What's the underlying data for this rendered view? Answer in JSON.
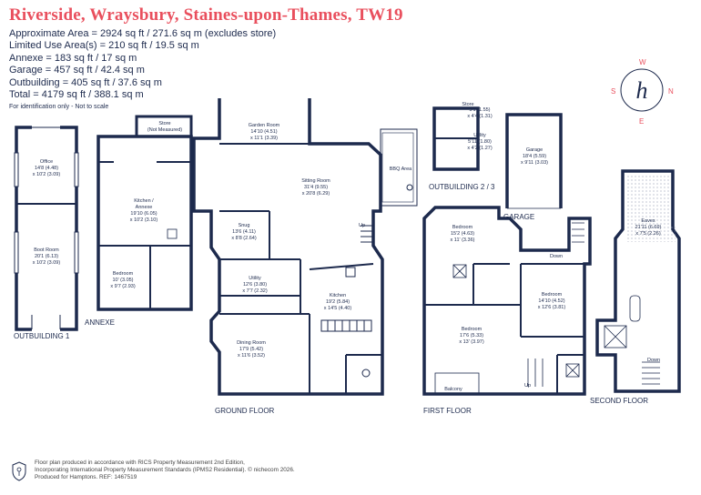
{
  "header": {
    "title": "Riverside, Wraysbury, Staines-upon-Thames, TW19",
    "areas": [
      "Approximate Area = 2924 sq ft / 271.6 sq m (excludes store)",
      "Limited Use Area(s) = 210 sq ft / 19.5 sq m",
      "Annexe = 183 sq ft / 17 sq m",
      "Garage = 457 sq ft / 42.4 sq m",
      "Outbuilding = 405 sq ft / 37.6 sq m",
      "Total = 4179 sq ft / 388.1 sq m"
    ],
    "note": "For identification only - Not to scale"
  },
  "compass": {
    "n": "N",
    "e": "E",
    "s": "S",
    "w": "W",
    "logo": "h"
  },
  "sections": {
    "outbuilding1": "OUTBUILDING 1",
    "annexe": "ANNEXE",
    "ground": "GROUND FLOOR",
    "outbuilding23": "OUTBUILDING 2 / 3",
    "garage": "GARAGE",
    "first": "FIRST FLOOR",
    "second": "SECOND FLOOR"
  },
  "rooms": {
    "office": [
      "Office",
      "14'8 (4.48)",
      "x 10'2 (3.09)"
    ],
    "bootroom": [
      "Boot Room",
      "20'1 (6.13)",
      "x 10'2 (3.09)"
    ],
    "store_annexe": [
      "Store",
      "(Not Measured)"
    ],
    "kitchen_annexe": [
      "Kitchen /",
      "Annexe",
      "19'10 (6.05)",
      "x 10'2 (3.10)"
    ],
    "bedroom_annexe": [
      "Bedroom",
      "10' (3.05)",
      "x 9'7 (2.93)"
    ],
    "garden": [
      "Garden Room",
      "14'10 (4.51)",
      "x 11'1 (3.39)"
    ],
    "sitting": [
      "Sitting Room",
      "31'4 (9.55)",
      "x 20'8 (6.29)"
    ],
    "bbq": [
      "BBQ Area"
    ],
    "snug": [
      "Snug",
      "13'6 (4.11)",
      "x 8'8 (2.64)"
    ],
    "utility_g": [
      "Utility",
      "12'6 (3.80)",
      "x 7'7 (2.32)"
    ],
    "kitchen_g": [
      "Kitchen",
      "19'2 (5.84)",
      "x 14'5 (4.40)"
    ],
    "dining": [
      "Dining Room",
      "17'9 (5.42)",
      "x 11'6 (3.52)"
    ],
    "store_ob": [
      "Store",
      "5'1 (1.55)",
      "x 4'4 (1.31)"
    ],
    "utility_ob": [
      "Utility",
      "5'11 (1.80)",
      "x 4'2 (1.27)"
    ],
    "garage": [
      "Garage",
      "18'4 (5.59)",
      "x 9'11 (3.03)"
    ],
    "bedroom_f1": [
      "Bedroom",
      "15'2 (4.63)",
      "x 11' (3.36)"
    ],
    "bedroom_f2": [
      "Bedroom",
      "14'10 (4.52)",
      "x 12'6 (3.81)"
    ],
    "bedroom_f3": [
      "Bedroom",
      "17'6 (5.33)",
      "x 13' (3.97)"
    ],
    "eaves": [
      "Eaves",
      "21'11 (6.69)",
      "x 7'5 (2.26)"
    ]
  },
  "labels": {
    "up_ground": "Up",
    "down_first": "Down",
    "up_first": "Up",
    "balcony": "Balcony",
    "down_second": "Down"
  },
  "footer": {
    "lines": [
      "Floor plan produced in accordance with RICS Property Measurement 2nd Edition,",
      "Incorporating International Property Measurement Standards (IPMS2 Residential).  © nichecom 2026.",
      "Produced for Hamptons.   REF: 1467519"
    ]
  },
  "colors": {
    "wall": "#1d2a4d",
    "accent": "#e94f5d"
  }
}
